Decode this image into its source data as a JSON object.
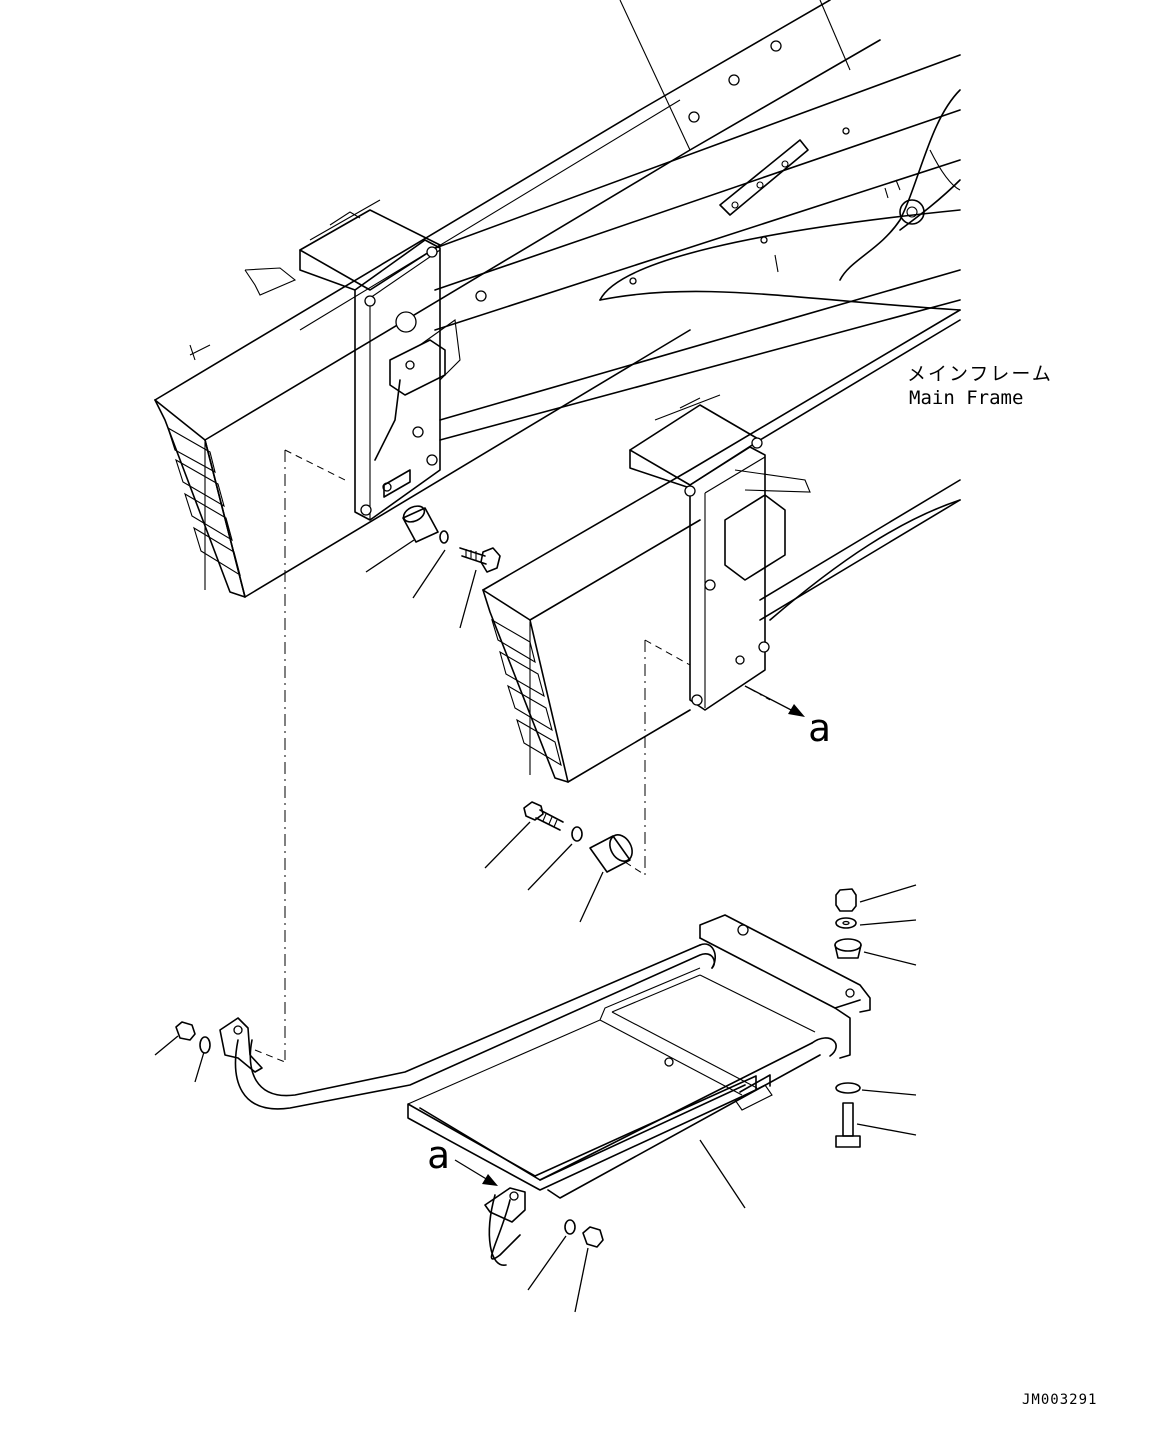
{
  "labels": {
    "main_frame_jp": "メインフレーム",
    "main_frame_en": "Main Frame",
    "view_ref_upper": "a",
    "view_ref_lower": "a",
    "drawing_code": "JM003291"
  },
  "colors": {
    "ink": "#000000",
    "background": "#ffffff"
  }
}
